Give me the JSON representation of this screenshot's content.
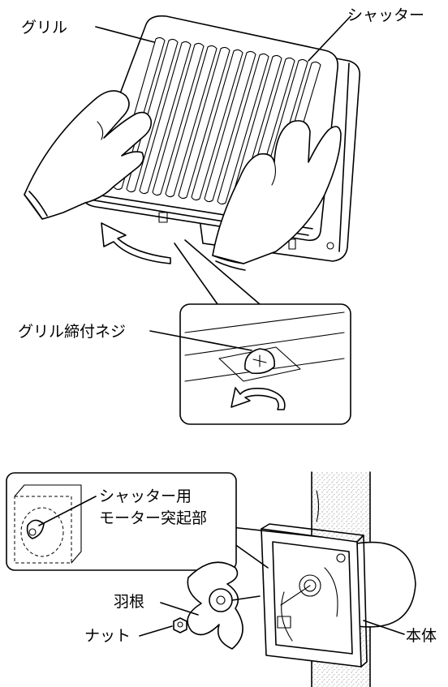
{
  "labels": {
    "grille": "グリル",
    "shutter": "シャッター",
    "grille_screw": "グリル締付ネジ",
    "shutter_motor_line1": "シャッター用",
    "shutter_motor_line2": "モーター突起部",
    "blade": "羽根",
    "nut": "ナット",
    "body": "本体"
  }
}
